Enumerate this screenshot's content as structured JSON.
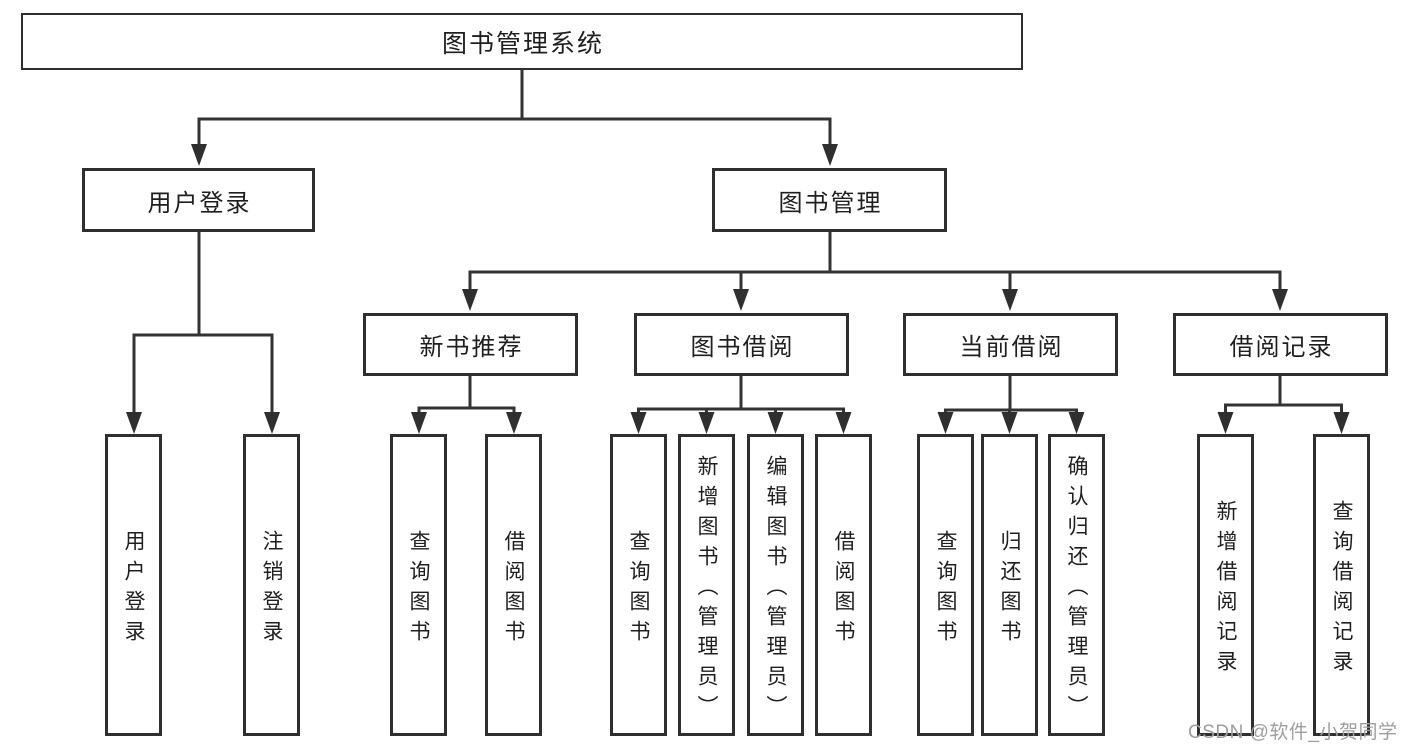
{
  "tree": {
    "label": "图书管理系统",
    "children": [
      {
        "label": "用户登录",
        "children": [
          {
            "label": "用户登录"
          },
          {
            "label": "注销登录"
          }
        ]
      },
      {
        "label": "图书管理",
        "children": [
          {
            "label": "新书推荐",
            "children": [
              {
                "label": "查询图书"
              },
              {
                "label": "借阅图书"
              }
            ]
          },
          {
            "label": "图书借阅",
            "children": [
              {
                "label": "查询图书"
              },
              {
                "label": "新增图书（管理员）"
              },
              {
                "label": "编辑图书（管理员）"
              },
              {
                "label": "借阅图书"
              }
            ]
          },
          {
            "label": "当前借阅",
            "children": [
              {
                "label": "查询图书"
              },
              {
                "label": "归还图书"
              },
              {
                "label": "确认归还（管理员）"
              }
            ]
          },
          {
            "label": "借阅记录",
            "children": [
              {
                "label": "新增借阅记录"
              },
              {
                "label": "查询借阅记录"
              }
            ]
          }
        ]
      }
    ]
  },
  "watermark": "CSDN @软件_小贺同学",
  "colors": {
    "line": "#333333",
    "box_border": "#2f2f2f",
    "text": "#1f1f1f",
    "watermark_text": "#9e9e9e",
    "background": "#ffffff"
  }
}
